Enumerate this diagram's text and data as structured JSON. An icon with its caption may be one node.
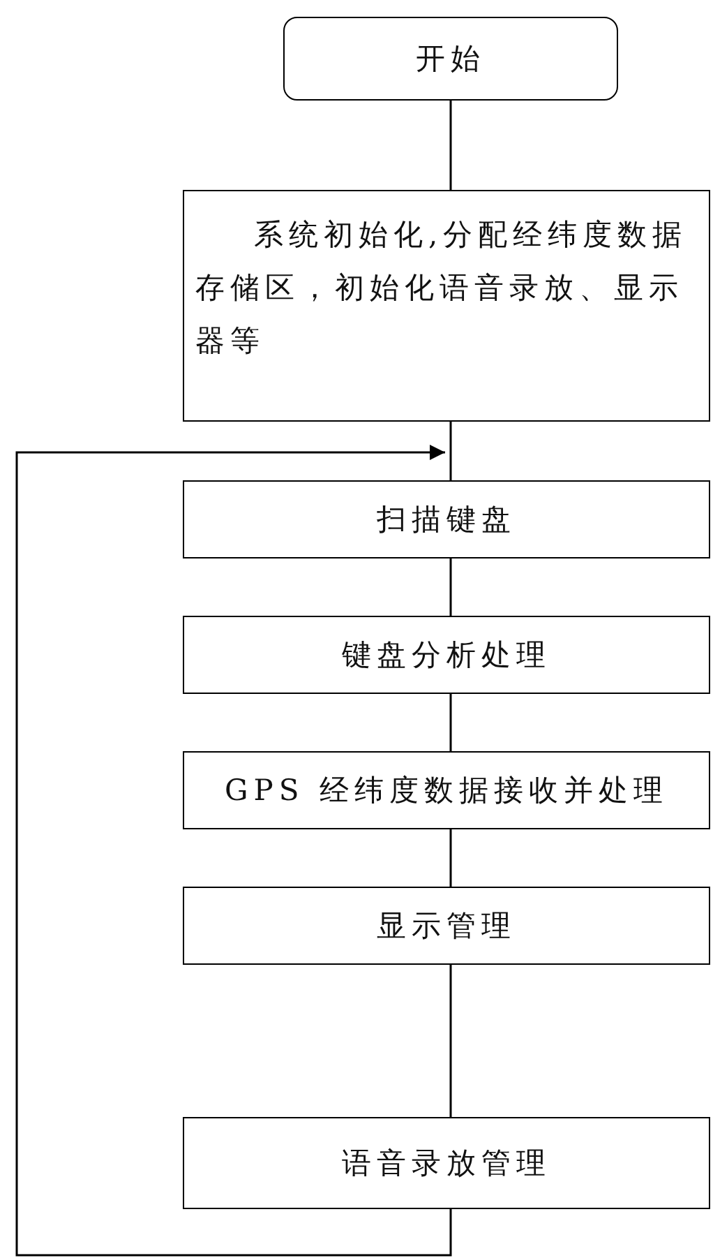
{
  "diagram": {
    "nodes": [
      {
        "text": [
          "开始"
        ]
      },
      {
        "text": [
          "系统初始化,分配经纬度数据存储区，初始化语音录放、显示器等"
        ]
      },
      {
        "text": [
          "扫描键盘"
        ]
      },
      {
        "text": [
          "键盘分析处理"
        ]
      },
      {
        "text": [
          "GPS 经纬度数据接收并处理"
        ]
      },
      {
        "text": [
          "显示管理"
        ]
      },
      {
        "text": [
          "语音录放管理"
        ]
      }
    ],
    "edges": [
      {
        "from": 0,
        "to": 1,
        "arrow": "none"
      },
      {
        "from": 1,
        "to": 2,
        "arrow": "none"
      },
      {
        "from": 2,
        "to": 3,
        "arrow": "none"
      },
      {
        "from": 3,
        "to": 4,
        "arrow": "none"
      },
      {
        "from": 4,
        "to": 5,
        "arrow": "none"
      },
      {
        "from": 5,
        "to": 6,
        "arrow": "none"
      },
      {
        "from": 6,
        "to": 2,
        "arrow": "to"
      }
    ]
  }
}
